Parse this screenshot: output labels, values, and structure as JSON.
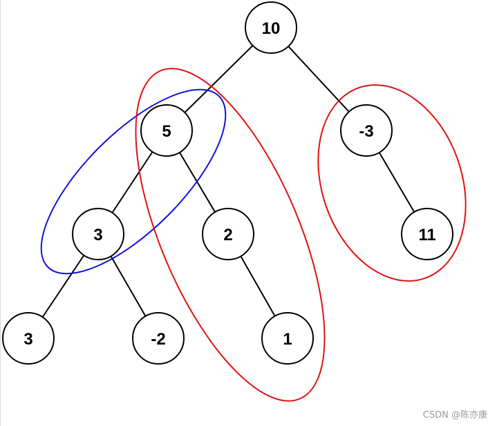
{
  "diagram": {
    "nodes": [
      {
        "id": "n10",
        "label": "10"
      },
      {
        "id": "n5",
        "label": "5"
      },
      {
        "id": "nm3",
        "label": "-3"
      },
      {
        "id": "n3a",
        "label": "3"
      },
      {
        "id": "n2",
        "label": "2"
      },
      {
        "id": "n11",
        "label": "11"
      },
      {
        "id": "n3b",
        "label": "3"
      },
      {
        "id": "nm2",
        "label": "-2"
      },
      {
        "id": "n1",
        "label": "1"
      }
    ],
    "edges": [
      [
        "n10",
        "n5"
      ],
      [
        "n10",
        "nm3"
      ],
      [
        "n5",
        "n3a"
      ],
      [
        "n5",
        "n2"
      ],
      [
        "nm3",
        "n11"
      ],
      [
        "n3a",
        "n3b"
      ],
      [
        "n3a",
        "nm2"
      ],
      [
        "n2",
        "n1"
      ]
    ],
    "highlights": [
      {
        "id": "blue-path",
        "color": "#1010dd",
        "covers": [
          "n5",
          "n3a"
        ]
      },
      {
        "id": "red-path-long",
        "color": "#e01010",
        "covers": [
          "n5",
          "n2",
          "n1"
        ]
      },
      {
        "id": "red-path-right",
        "color": "#e01010",
        "covers": [
          "nm3",
          "n11"
        ]
      }
    ]
  },
  "watermark": "CSDN @陈亦康"
}
